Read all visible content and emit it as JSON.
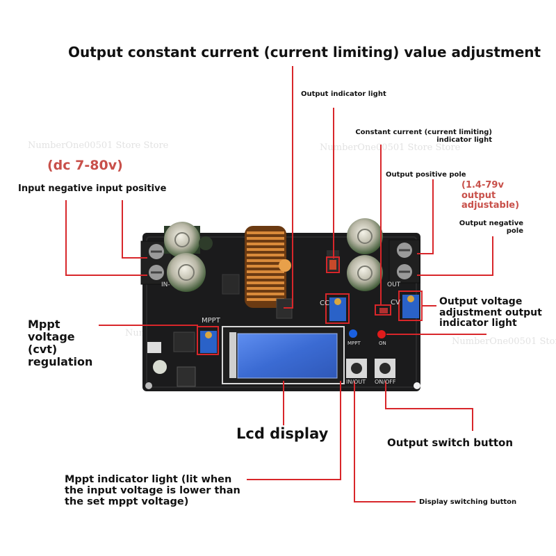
{
  "title": "Output constant current (current limiting) value adjustment",
  "input_range": "(dc 7-80v)",
  "output_range": "(1.4-79v output adjustable)",
  "callouts": {
    "input": "Input negative input positive",
    "output_indicator": "Output indicator light",
    "cc_indicator": "Constant current (current limiting) indicator light",
    "output_positive": "Output positive pole",
    "output_negative": "Output negative pole",
    "output_voltage_adj": "Output voltage adjustment output indicator light",
    "mppt_regulation": "Mppt voltage (cvt) regulation",
    "lcd": "Lcd display",
    "output_switch": "Output switch button",
    "mppt_indicator": "Mppt indicator light (lit when the input voltage is lower than the set mppt voltage)",
    "display_switch": "Display switching button"
  },
  "silkscreen": {
    "in": "IN-",
    "out": "OUT",
    "cc": "CC",
    "cv": "CV",
    "mppt_top": "MPPT",
    "mppt_led": "MPPT",
    "on_led": "ON",
    "in_out_btn": "IN/OUT",
    "on_off_btn": "ON/OFF"
  },
  "watermark": "NumberOne00501 Store",
  "watermark_alt": "NumberOne00501 Store Store",
  "colors": {
    "pointer": "#d8262a",
    "accent": "#c8504a",
    "board": "#1b1b1c",
    "lcd": "#3d6fd6"
  }
}
